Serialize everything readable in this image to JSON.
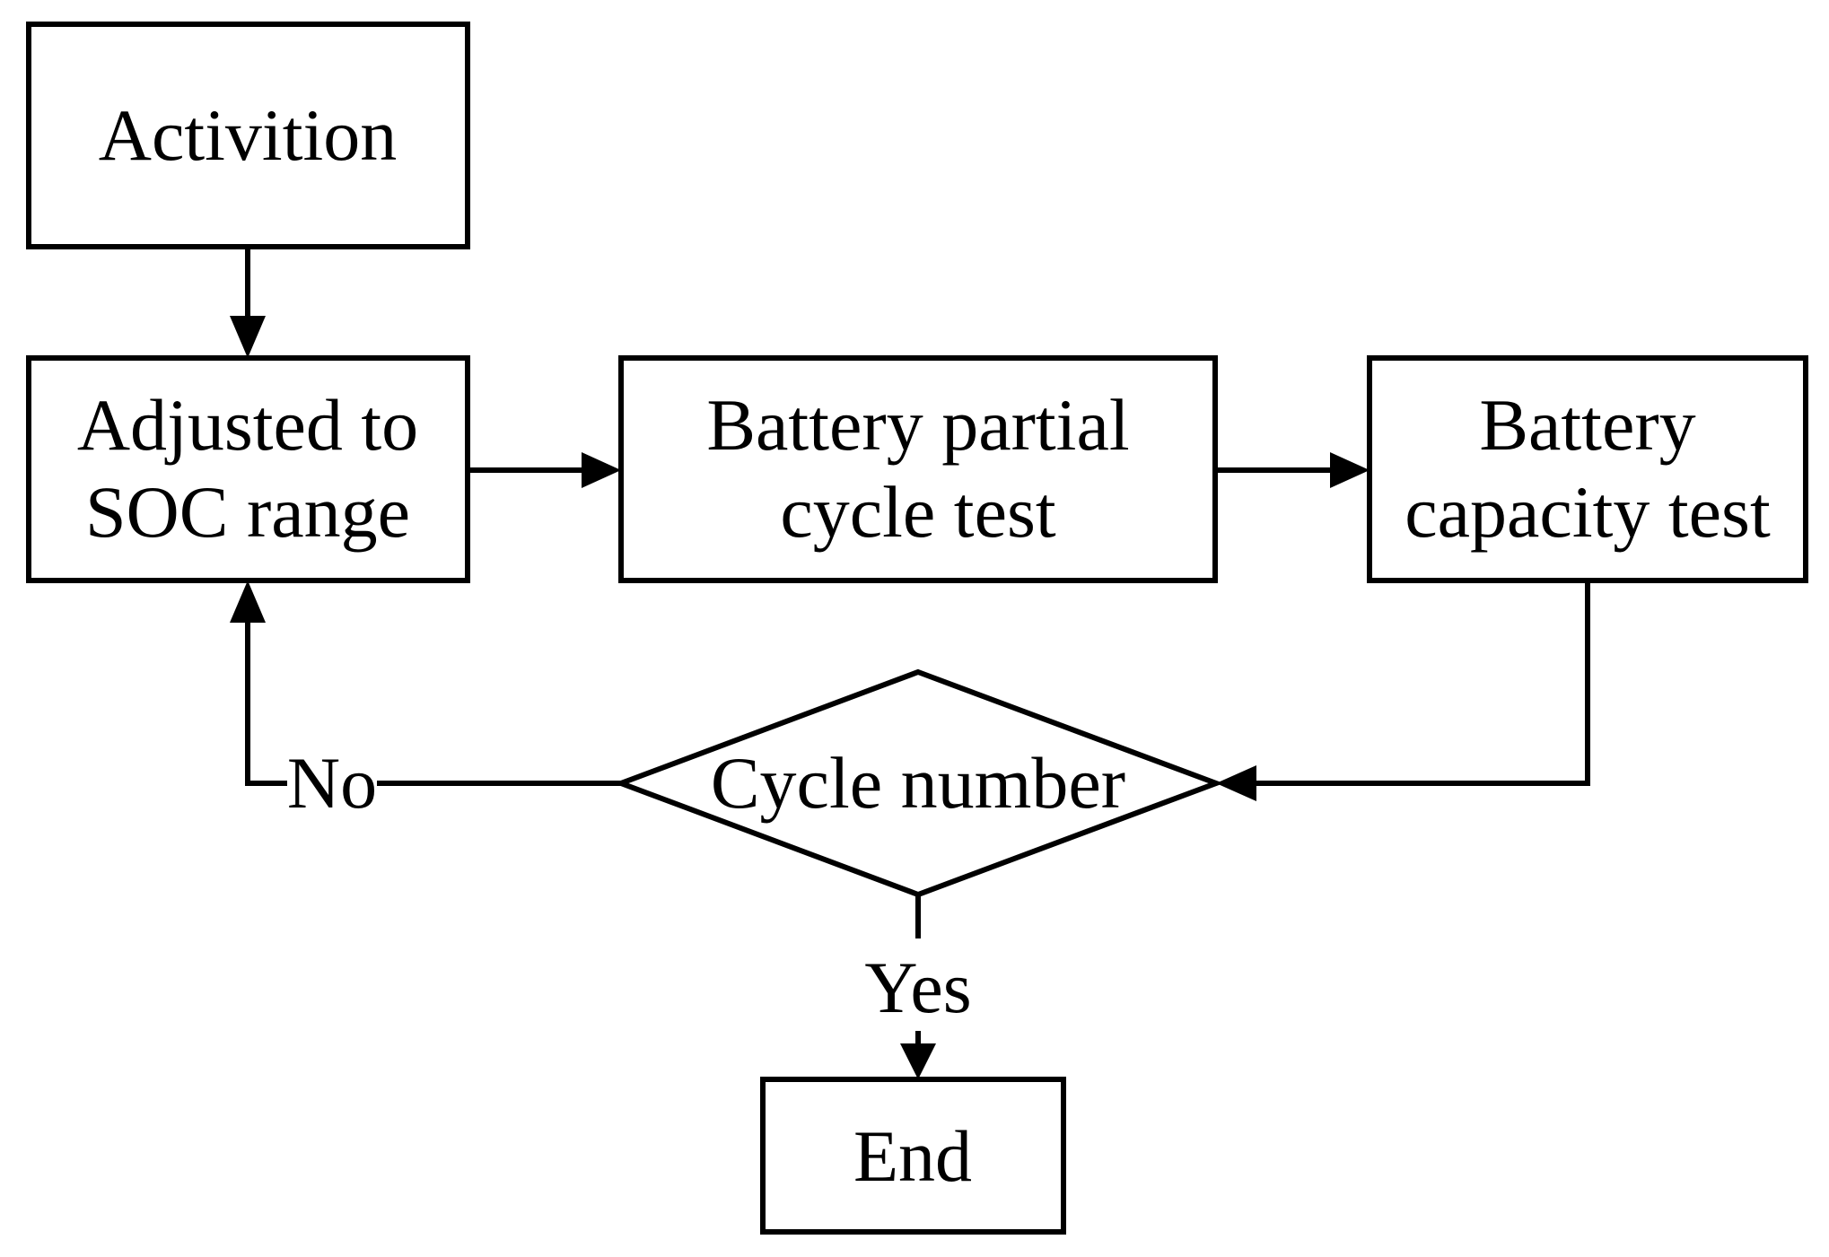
{
  "diagram": {
    "nodes": {
      "activation": {
        "text": "Activition"
      },
      "adjust_soc": {
        "line1": "Adjusted to",
        "line2": "SOC range"
      },
      "partial_cycle": {
        "line1": "Battery partial",
        "line2": "cycle test"
      },
      "capacity_test": {
        "line1": "Battery",
        "line2": "capacity test"
      },
      "cycle_decision": {
        "text": "Cycle number"
      },
      "end": {
        "text": "End"
      }
    },
    "edges": {
      "no_label": "No",
      "yes_label": "Yes"
    }
  }
}
